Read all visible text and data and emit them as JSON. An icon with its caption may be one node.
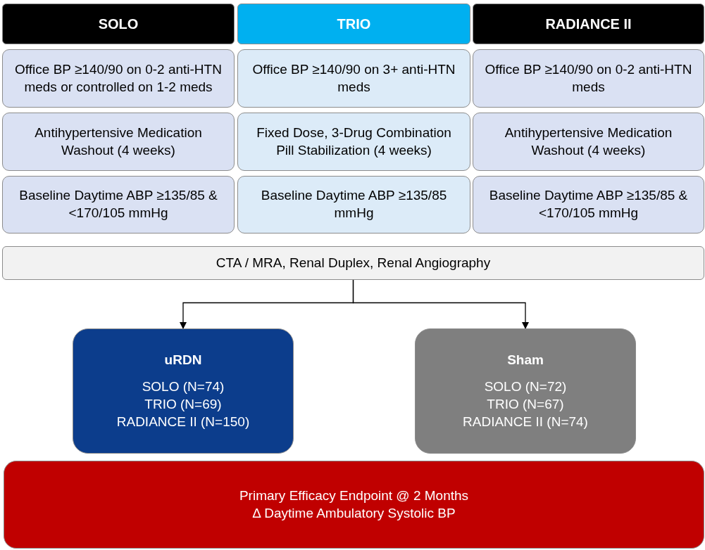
{
  "diagram": {
    "nodes": [
      {
        "text": [
          "SOLO"
        ]
      },
      {
        "text": [
          "TRIO"
        ]
      },
      {
        "text": [
          "RADIANCE II"
        ]
      },
      {
        "text": [
          "Office BP ≥140/90 on 0-2 anti-HTN meds or controlled on 1-2 meds"
        ]
      },
      {
        "text": [
          "Office BP ≥140/90 on 3+ anti-HTN meds"
        ]
      },
      {
        "text": [
          "Office BP ≥140/90 on 0-2 anti-HTN meds"
        ]
      },
      {
        "text": [
          "Antihypertensive Medication Washout (4 weeks)"
        ]
      },
      {
        "text": [
          "Fixed Dose, 3-Drug Combination Pill Stabilization (4 weeks)"
        ]
      },
      {
        "text": [
          "Antihypertensive Medication Washout (4 weeks)"
        ]
      },
      {
        "text": [
          "Baseline Daytime ABP ≥135/85 & <170/105 mmHg"
        ]
      },
      {
        "text": [
          "Baseline Daytime ABP ≥135/85 mmHg"
        ]
      },
      {
        "text": [
          "Baseline Daytime ABP ≥135/85 & <170/105 mmHg"
        ]
      },
      {
        "text": [
          "CTA / MRA, Renal Duplex, Renal Angiography"
        ]
      },
      {
        "text": [
          "uRDN",
          "SOLO (N=74)",
          "TRIO (N=69)",
          "RADIANCE II (N=150)"
        ]
      },
      {
        "text": [
          "Sham",
          "SOLO (N=72)",
          "TRIO (N=67)",
          "RADIANCE II (N=74)"
        ]
      },
      {
        "text": [
          "Primary Efficacy Endpoint @ 2 Months",
          "Δ Daytime Ambulatory Systolic BP"
        ]
      }
    ],
    "edges": [
      {
        "from": 12,
        "to": 13,
        "arrow": "to"
      },
      {
        "from": 12,
        "to": 14,
        "arrow": "to"
      }
    ]
  }
}
